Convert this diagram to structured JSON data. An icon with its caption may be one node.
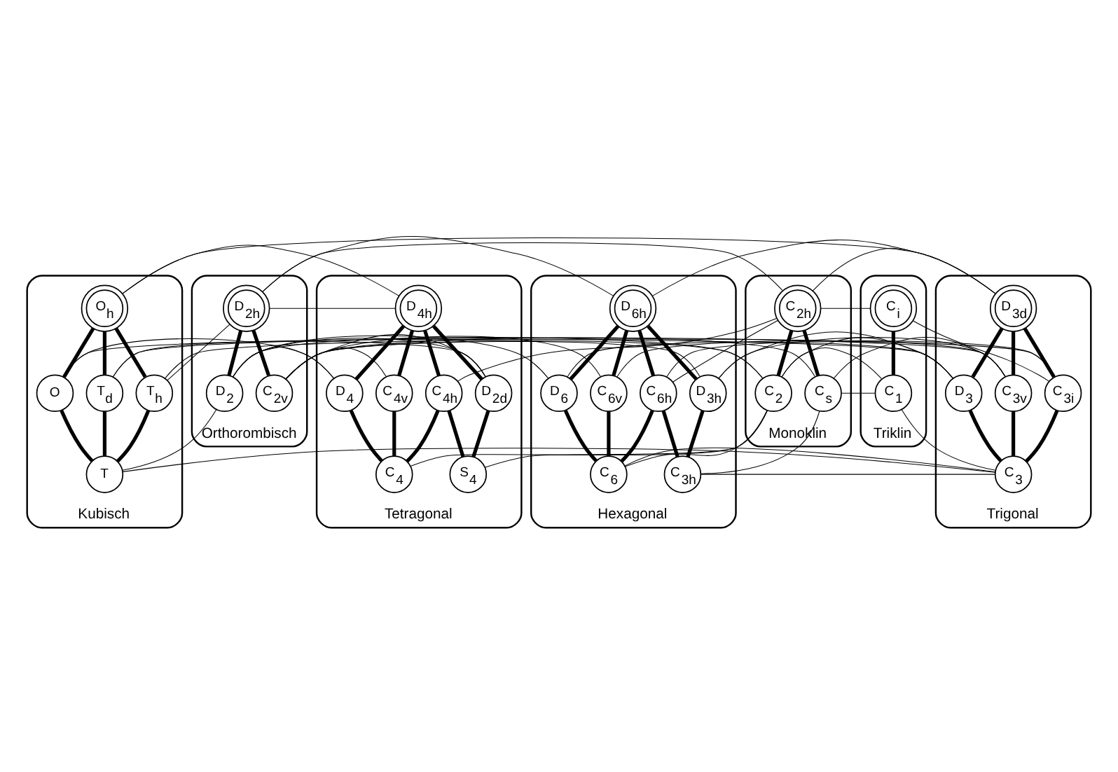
{
  "diagram": {
    "nodes": [
      {
        "text": [
          "Kubisch"
        ]
      },
      {
        "text": [
          "O$_{h}$"
        ],
        "in": 0
      },
      {
        "text": [
          "O"
        ],
        "in": 0
      },
      {
        "text": [
          "T$_{d}$"
        ],
        "in": 0
      },
      {
        "text": [
          "T$_{h}$"
        ],
        "in": 0
      },
      {
        "text": [
          "T"
        ],
        "in": 0
      },
      {
        "text": [
          "Tetragonal"
        ]
      },
      {
        "text": [
          "D$_{4h}$"
        ],
        "in": 6
      },
      {
        "text": [
          "D$_{4}$"
        ],
        "in": 6
      },
      {
        "text": [
          "C$_{4v}$"
        ],
        "in": 6
      },
      {
        "text": [
          "C$_{4h}$"
        ],
        "in": 6
      },
      {
        "text": [
          "D$_{2d}$"
        ],
        "in": 6
      },
      {
        "text": [
          "C$_{4}$"
        ],
        "in": 6
      },
      {
        "text": [
          "S$_{4}$"
        ],
        "in": 6
      },
      {
        "text": [
          "Orthorombisch"
        ]
      },
      {
        "text": [
          "D$_{2h}$"
        ],
        "in": 14
      },
      {
        "text": [
          "D$_{2}$"
        ],
        "in": 14
      },
      {
        "text": [
          "C$_{2v}$"
        ],
        "in": 14
      },
      {
        "text": [
          "Monoklin"
        ]
      },
      {
        "text": [
          "C$_{2h}$"
        ],
        "in": 18
      },
      {
        "text": [
          "C$_{2}$"
        ],
        "in": 18
      },
      {
        "text": [
          "C$_{s}$"
        ],
        "in": 18
      },
      {
        "text": [
          "Triklin"
        ]
      },
      {
        "text": [
          "C$_{i}$"
        ],
        "in": 22
      },
      {
        "text": [
          "C$_{1}$"
        ],
        "in": 22
      },
      {
        "text": [
          "Trigonal"
        ]
      },
      {
        "text": [
          "D$_{3d}$"
        ],
        "in": 25
      },
      {
        "text": [
          "D$_{3}$"
        ],
        "in": 25
      },
      {
        "text": [
          "C$_{3v}$"
        ],
        "in": 25
      },
      {
        "text": [
          "C$_{3i}$"
        ],
        "in": 25
      },
      {
        "text": [
          "C$_{3}$"
        ],
        "in": 25
      },
      {
        "text": [
          "Hexagonal"
        ]
      },
      {
        "text": [
          "D$_{6h}$"
        ],
        "in": 31
      },
      {
        "text": [
          "D$_{6}$"
        ],
        "in": 31
      },
      {
        "text": [
          "C$_{6v}$"
        ],
        "in": 31
      },
      {
        "text": [
          "C$_{6h}$"
        ],
        "in": 31
      },
      {
        "text": [
          "D$_{3h}$"
        ],
        "in": 31
      },
      {
        "text": [
          "C$_{6}$"
        ],
        "in": 31
      },
      {
        "text": [
          "C$_{3h}$"
        ],
        "in": 31
      }
    ],
    "edges": [
      {
        "from": 1,
        "to": 2,
        "arrow": "none",
        "style": "thick"
      },
      {
        "from": 1,
        "to": 3,
        "arrow": "none",
        "style": "thick"
      },
      {
        "from": 1,
        "to": 4,
        "arrow": "none",
        "style": "thick"
      },
      {
        "from": 2,
        "to": 5,
        "arrow": "none",
        "style": "thick"
      },
      {
        "from": 3,
        "to": 5,
        "arrow": "none",
        "style": "thick"
      },
      {
        "from": 4,
        "to": 5,
        "arrow": "none",
        "style": "thick"
      },
      {
        "from": 7,
        "to": 8,
        "arrow": "none",
        "style": "thick"
      },
      {
        "from": 7,
        "to": 9,
        "arrow": "none",
        "style": "thick"
      },
      {
        "from": 7,
        "to": 10,
        "arrow": "none",
        "style": "thick"
      },
      {
        "from": 7,
        "to": 11,
        "arrow": "none",
        "style": "thick"
      },
      {
        "from": 8,
        "to": 12,
        "arrow": "none",
        "style": "thick"
      },
      {
        "from": 9,
        "to": 12,
        "arrow": "none",
        "style": "thick"
      },
      {
        "from": 10,
        "to": 12,
        "arrow": "none",
        "style": "thick"
      },
      {
        "from": 10,
        "to": 13,
        "arrow": "none",
        "style": "thick"
      },
      {
        "from": 11,
        "to": 13,
        "arrow": "none",
        "style": "thick"
      },
      {
        "from": 15,
        "to": 16,
        "arrow": "none",
        "style": "thick"
      },
      {
        "from": 15,
        "to": 17,
        "arrow": "none",
        "style": "thick"
      },
      {
        "from": 19,
        "to": 20,
        "arrow": "none",
        "style": "thick"
      },
      {
        "from": 19,
        "to": 21,
        "arrow": "none",
        "style": "thick"
      },
      {
        "from": 23,
        "to": 24,
        "arrow": "none",
        "style": "thick"
      },
      {
        "from": 26,
        "to": 27,
        "arrow": "none",
        "style": "thick"
      },
      {
        "from": 26,
        "to": 28,
        "arrow": "none",
        "style": "thick"
      },
      {
        "from": 26,
        "to": 29,
        "arrow": "none",
        "style": "thick"
      },
      {
        "from": 27,
        "to": 30,
        "arrow": "none",
        "style": "thick"
      },
      {
        "from": 28,
        "to": 30,
        "arrow": "none",
        "style": "thick"
      },
      {
        "from": 29,
        "to": 30,
        "arrow": "none",
        "style": "thick"
      },
      {
        "from": 32,
        "to": 33,
        "arrow": "none",
        "style": "thick"
      },
      {
        "from": 32,
        "to": 34,
        "arrow": "none",
        "style": "thick"
      },
      {
        "from": 32,
        "to": 35,
        "arrow": "none",
        "style": "thick"
      },
      {
        "from": 32,
        "to": 36,
        "arrow": "none",
        "style": "thick"
      },
      {
        "from": 33,
        "to": 37,
        "arrow": "none",
        "style": "thick"
      },
      {
        "from": 34,
        "to": 37,
        "arrow": "none",
        "style": "thick"
      },
      {
        "from": 35,
        "to": 37,
        "arrow": "none",
        "style": "thick"
      },
      {
        "from": 35,
        "to": 38,
        "arrow": "none",
        "style": "thick"
      },
      {
        "from": 36,
        "to": 38,
        "arrow": "none",
        "style": "thick"
      },
      {
        "from": 1,
        "to": 7,
        "arrow": "none"
      },
      {
        "from": 1,
        "to": 26,
        "arrow": "none"
      },
      {
        "from": 2,
        "to": 8,
        "arrow": "none"
      },
      {
        "from": 2,
        "to": 27,
        "arrow": "none"
      },
      {
        "from": 3,
        "to": 11,
        "arrow": "none"
      },
      {
        "from": 3,
        "to": 28,
        "arrow": "none"
      },
      {
        "from": 4,
        "to": 15,
        "arrow": "none"
      },
      {
        "from": 4,
        "to": 29,
        "arrow": "none"
      },
      {
        "from": 5,
        "to": 16,
        "arrow": "none"
      },
      {
        "from": 5,
        "to": 30,
        "arrow": "none"
      },
      {
        "from": 7,
        "to": 15,
        "arrow": "none"
      },
      {
        "from": 8,
        "to": 16,
        "arrow": "none"
      },
      {
        "from": 9,
        "to": 17,
        "arrow": "none"
      },
      {
        "from": 10,
        "to": 19,
        "arrow": "none"
      },
      {
        "from": 11,
        "to": 16,
        "arrow": "none"
      },
      {
        "from": 11,
        "to": 17,
        "arrow": "none"
      },
      {
        "from": 12,
        "to": 20,
        "arrow": "none"
      },
      {
        "from": 13,
        "to": 20,
        "arrow": "none"
      },
      {
        "from": 15,
        "to": 19,
        "arrow": "none"
      },
      {
        "from": 16,
        "to": 20,
        "arrow": "none"
      },
      {
        "from": 17,
        "to": 20,
        "arrow": "none"
      },
      {
        "from": 17,
        "to": 21,
        "arrow": "none"
      },
      {
        "from": 19,
        "to": 23,
        "arrow": "none"
      },
      {
        "from": 20,
        "to": 24,
        "arrow": "none"
      },
      {
        "from": 21,
        "to": 24,
        "arrow": "none"
      },
      {
        "from": 26,
        "to": 19,
        "arrow": "none"
      },
      {
        "from": 27,
        "to": 20,
        "arrow": "none"
      },
      {
        "from": 28,
        "to": 21,
        "arrow": "none"
      },
      {
        "from": 29,
        "to": 23,
        "arrow": "none"
      },
      {
        "from": 30,
        "to": 24,
        "arrow": "none"
      },
      {
        "from": 32,
        "to": 26,
        "arrow": "none"
      },
      {
        "from": 32,
        "to": 15,
        "arrow": "none"
      },
      {
        "from": 33,
        "to": 27,
        "arrow": "none"
      },
      {
        "from": 33,
        "to": 16,
        "arrow": "none"
      },
      {
        "from": 34,
        "to": 28,
        "arrow": "none"
      },
      {
        "from": 34,
        "to": 17,
        "arrow": "none"
      },
      {
        "from": 35,
        "to": 29,
        "arrow": "none"
      },
      {
        "from": 35,
        "to": 19,
        "arrow": "none"
      },
      {
        "from": 36,
        "to": 27,
        "arrow": "none"
      },
      {
        "from": 36,
        "to": 28,
        "arrow": "none"
      },
      {
        "from": 36,
        "to": 17,
        "arrow": "none"
      },
      {
        "from": 37,
        "to": 30,
        "arrow": "none"
      },
      {
        "from": 37,
        "to": 20,
        "arrow": "none"
      },
      {
        "from": 38,
        "to": 30,
        "arrow": "none"
      },
      {
        "from": 38,
        "to": 21,
        "arrow": "none"
      }
    ]
  }
}
